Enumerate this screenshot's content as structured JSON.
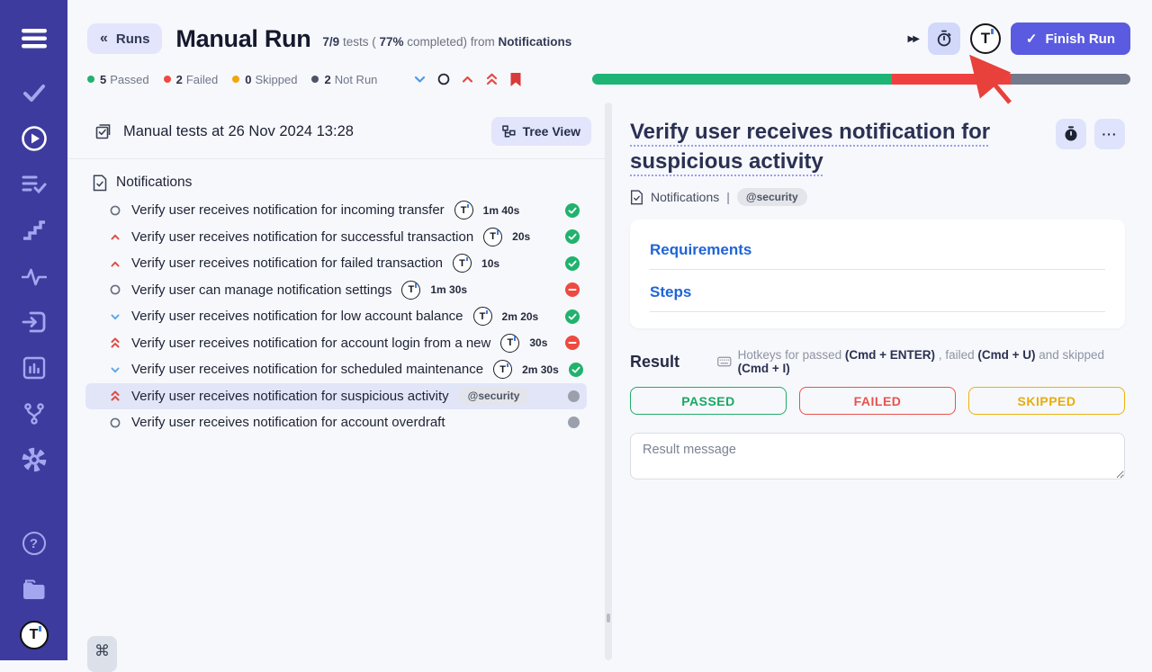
{
  "colors": {
    "accent": "#5a5be0",
    "sidebar_bg": "#3e3b9e",
    "passed": "#21b26d",
    "failed": "#ee4a42",
    "skipped": "#f2a50f",
    "not_run": "#4d5565",
    "link_blue": "#1f64d8",
    "progress_green": "#1eb475",
    "progress_red": "#ee4040",
    "progress_gray": "#737a8c"
  },
  "icons": {
    "back": "«",
    "fast_forward": "▶▶",
    "more": "···",
    "check": "✓",
    "command": "⌘",
    "question": "?",
    "logo": "T"
  },
  "sidebar": {
    "items": [
      "menu",
      "tests",
      "runs",
      "test-plans",
      "steps",
      "pulse",
      "import",
      "reports",
      "branches",
      "settings",
      "help",
      "projects",
      "logo"
    ]
  },
  "header": {
    "back_label": "Runs",
    "title": "Manual Run",
    "subtitle": {
      "fraction": "7/9",
      "t1": " tests ( ",
      "percent": "77%",
      "t2": " completed) from ",
      "source": "Notifications"
    },
    "finish_label": "Finish Run"
  },
  "status_bar": {
    "counts": [
      {
        "value": "5",
        "label": "Passed"
      },
      {
        "value": "2",
        "label": "Failed"
      },
      {
        "value": "0",
        "label": "Skipped"
      },
      {
        "value": "2",
        "label": "Not Run"
      }
    ],
    "progress": {
      "passed_pct": 55.6,
      "failed_pct": 22.2,
      "not_run_pct": 22.2
    }
  },
  "left_pane": {
    "run_title": "Manual tests at 26 Nov 2024 13:28",
    "tree_view_label": "Tree View",
    "folder_label": "Notifications",
    "tests": [
      {
        "priority": "none",
        "title": "Verify user receives notification for incoming transfer",
        "duration": "1m 40s",
        "result": "passed"
      },
      {
        "priority": "high",
        "title": "Verify user receives notification for successful transaction",
        "duration": "20s",
        "result": "passed"
      },
      {
        "priority": "high",
        "title": "Verify user receives notification for failed transaction",
        "duration": "10s",
        "result": "passed"
      },
      {
        "priority": "none",
        "title": "Verify user can manage notification settings",
        "duration": "1m 30s",
        "result": "failed"
      },
      {
        "priority": "low",
        "title": "Verify user receives notification for low account balance",
        "duration": "2m 20s",
        "result": "passed"
      },
      {
        "priority": "highest",
        "title": "Verify user receives notification for account login from a new",
        "duration": "30s",
        "result": "failed"
      },
      {
        "priority": "low",
        "title": "Verify user receives notification for scheduled maintenance",
        "duration": "2m 30s",
        "result": "passed"
      },
      {
        "priority": "highest",
        "title": "Verify user receives notification for suspicious activity",
        "tag": "@security",
        "result": "not_run",
        "selected": true
      },
      {
        "priority": "none",
        "title": "Verify user receives notification for account overdraft",
        "result": "not_run"
      }
    ]
  },
  "right_pane": {
    "title": "Verify user receives notification for suspicious activity",
    "breadcrumb": {
      "folder": "Notifications",
      "separator": "|",
      "tag": "@security"
    },
    "sections": [
      {
        "label": "Requirements"
      },
      {
        "label": "Steps"
      }
    ],
    "result": {
      "heading": "Result",
      "hotkeys": {
        "t1": "Hotkeys for passed ",
        "k1": "(Cmd + ENTER)",
        "t2": " , failed ",
        "k2": "(Cmd + U)",
        "t3": " and skipped ",
        "k3": "(Cmd + I)"
      },
      "verdicts": [
        {
          "label": "PASSED"
        },
        {
          "label": "FAILED"
        },
        {
          "label": "SKIPPED"
        }
      ],
      "message_placeholder": "Result message"
    }
  }
}
